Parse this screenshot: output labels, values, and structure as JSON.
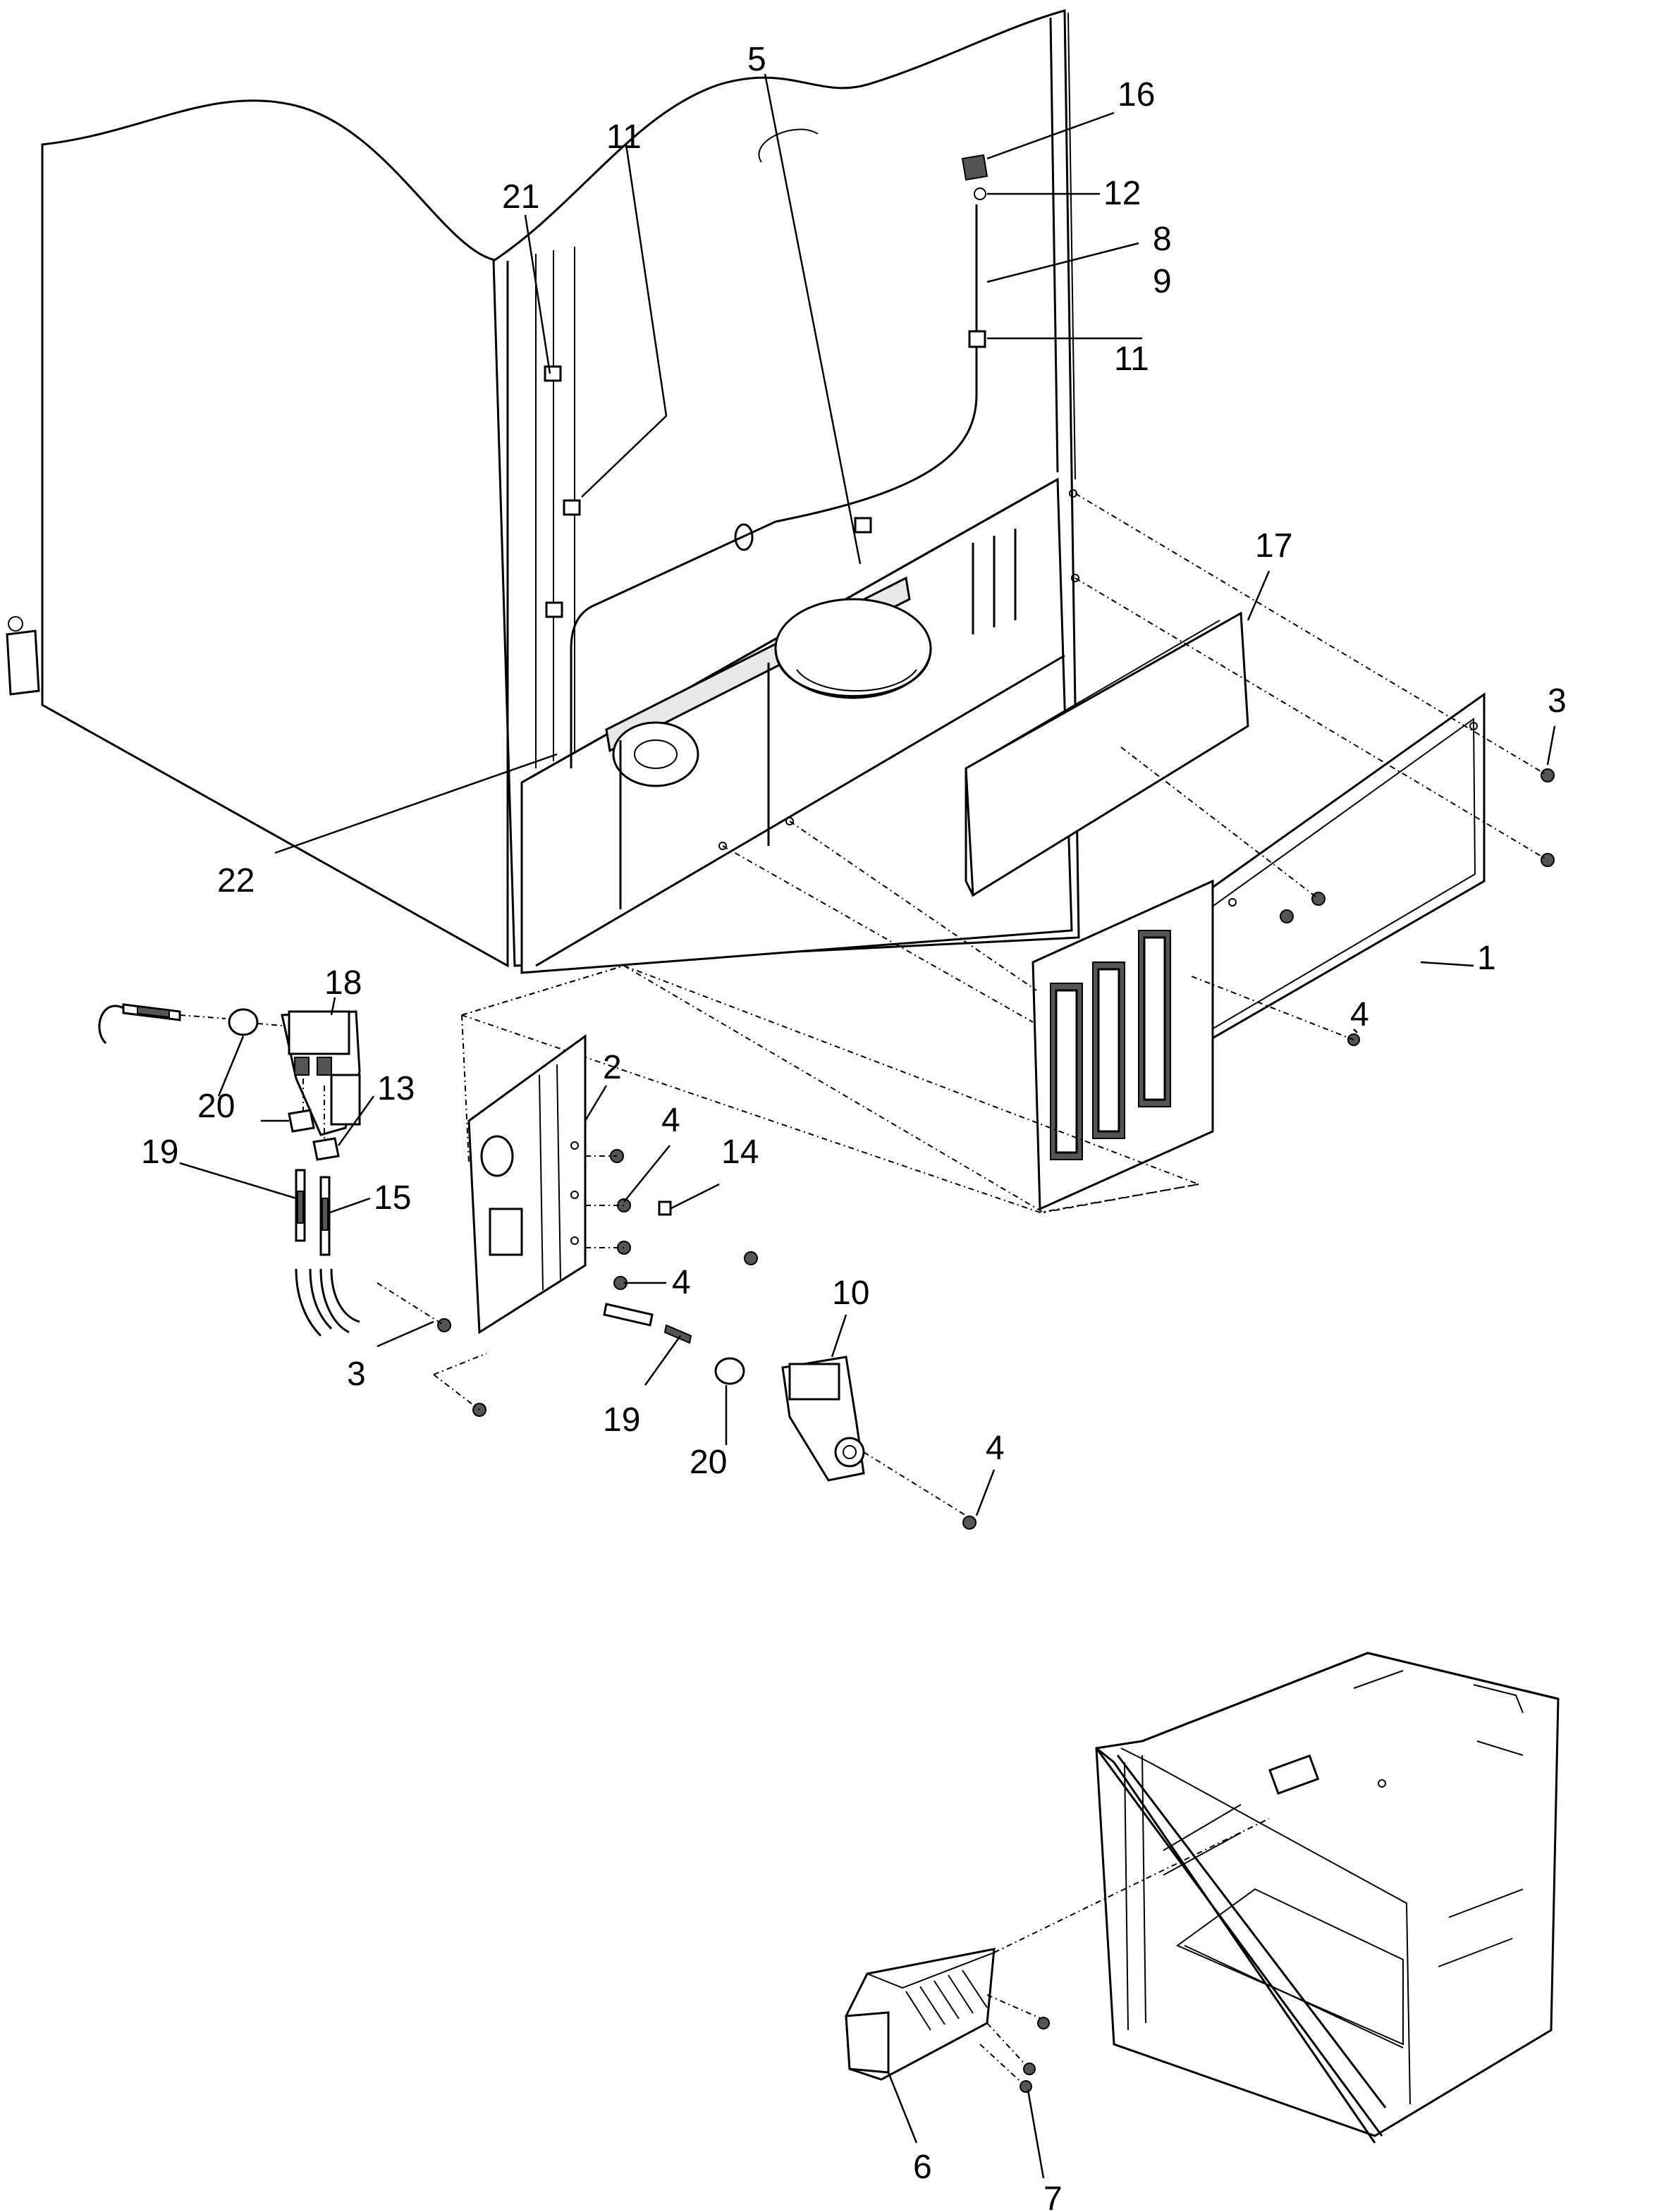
{
  "callouts": {
    "c1": "1",
    "c2": "2",
    "c3a": "3",
    "c3b": "3",
    "c4a": "4",
    "c4b": "4",
    "c4c": "4",
    "c4d": "4",
    "c5": "5",
    "c6": "6",
    "c7": "7",
    "c8": "8",
    "c9": "9",
    "c10": "10",
    "c11a": "11",
    "c11b": "11",
    "c12": "12",
    "c13": "13",
    "c14": "14",
    "c15": "15",
    "c16": "16",
    "c17": "17",
    "c18": "18",
    "c19a": "19",
    "c19b": "19",
    "c20a": "20",
    "c20b": "20",
    "c21": "21",
    "c22": "22"
  }
}
